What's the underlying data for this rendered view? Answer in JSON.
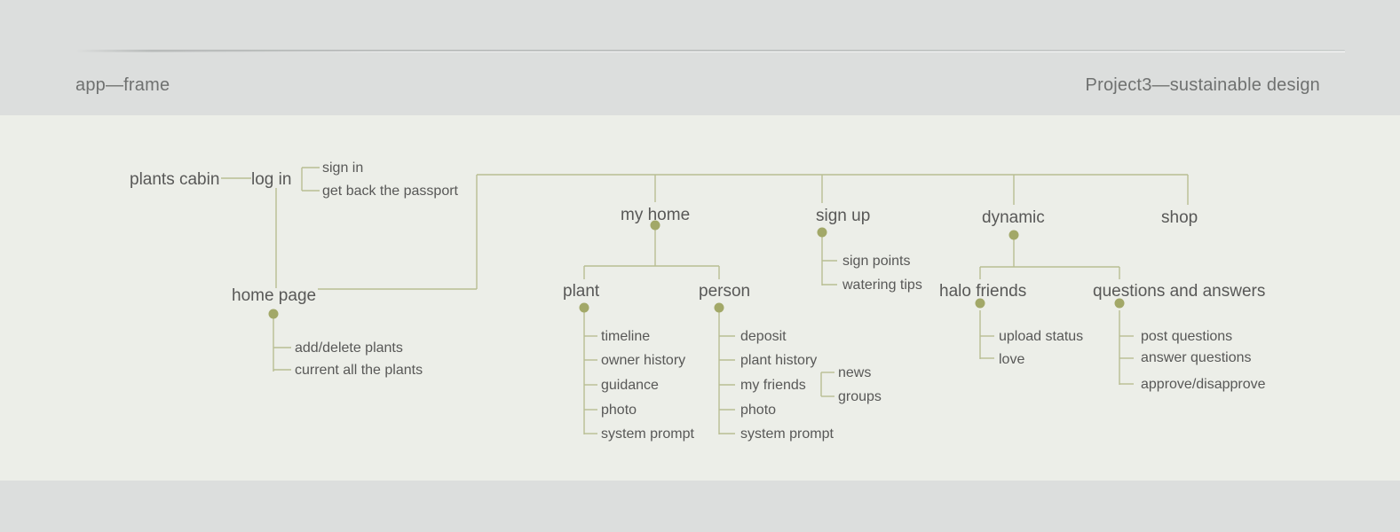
{
  "header": {
    "left_title": "app—frame",
    "right_title": "Project3—sustainable design"
  },
  "colors": {
    "page_background": "#eceee8",
    "band_background": "#dcdedd",
    "connector_line": "#b8bd92",
    "node_dot": "#a2a868",
    "text": "#585857",
    "header_text": "#6f7170"
  },
  "diagram": {
    "root": {
      "label": "plants cabin"
    },
    "nodes": {
      "log_in": {
        "label": "log in"
      },
      "sign_in": {
        "label": "sign in"
      },
      "get_back_passport": {
        "label": "get back the passport"
      },
      "home_page": {
        "label": "home page"
      },
      "add_delete_plants": {
        "label": "add/delete plants"
      },
      "current_all_plants": {
        "label": "current all the plants"
      },
      "my_home": {
        "label": "my home"
      },
      "plant": {
        "label": "plant"
      },
      "timeline": {
        "label": "timeline"
      },
      "owner_history": {
        "label": "owner history"
      },
      "guidance": {
        "label": "guidance"
      },
      "plant_photo": {
        "label": "photo"
      },
      "plant_system_prompt": {
        "label": "system prompt"
      },
      "person": {
        "label": "person"
      },
      "deposit": {
        "label": "deposit"
      },
      "plant_history": {
        "label": "plant history"
      },
      "my_friends": {
        "label": "my friends"
      },
      "news": {
        "label": "news"
      },
      "groups": {
        "label": "groups"
      },
      "person_photo": {
        "label": "photo"
      },
      "person_system_prompt": {
        "label": "system prompt"
      },
      "sign_up": {
        "label": "sign up"
      },
      "sign_points": {
        "label": "sign points"
      },
      "watering_tips": {
        "label": "watering tips"
      },
      "dynamic": {
        "label": "dynamic"
      },
      "halo_friends": {
        "label": "halo friends"
      },
      "upload_status": {
        "label": "upload status"
      },
      "love": {
        "label": "love"
      },
      "questions_and_answers": {
        "label": "questions and answers"
      },
      "post_questions": {
        "label": "post questions"
      },
      "answer_questions": {
        "label": "answer questions"
      },
      "approve_disapprove": {
        "label": "approve/disapprove"
      },
      "shop": {
        "label": "shop"
      }
    }
  }
}
